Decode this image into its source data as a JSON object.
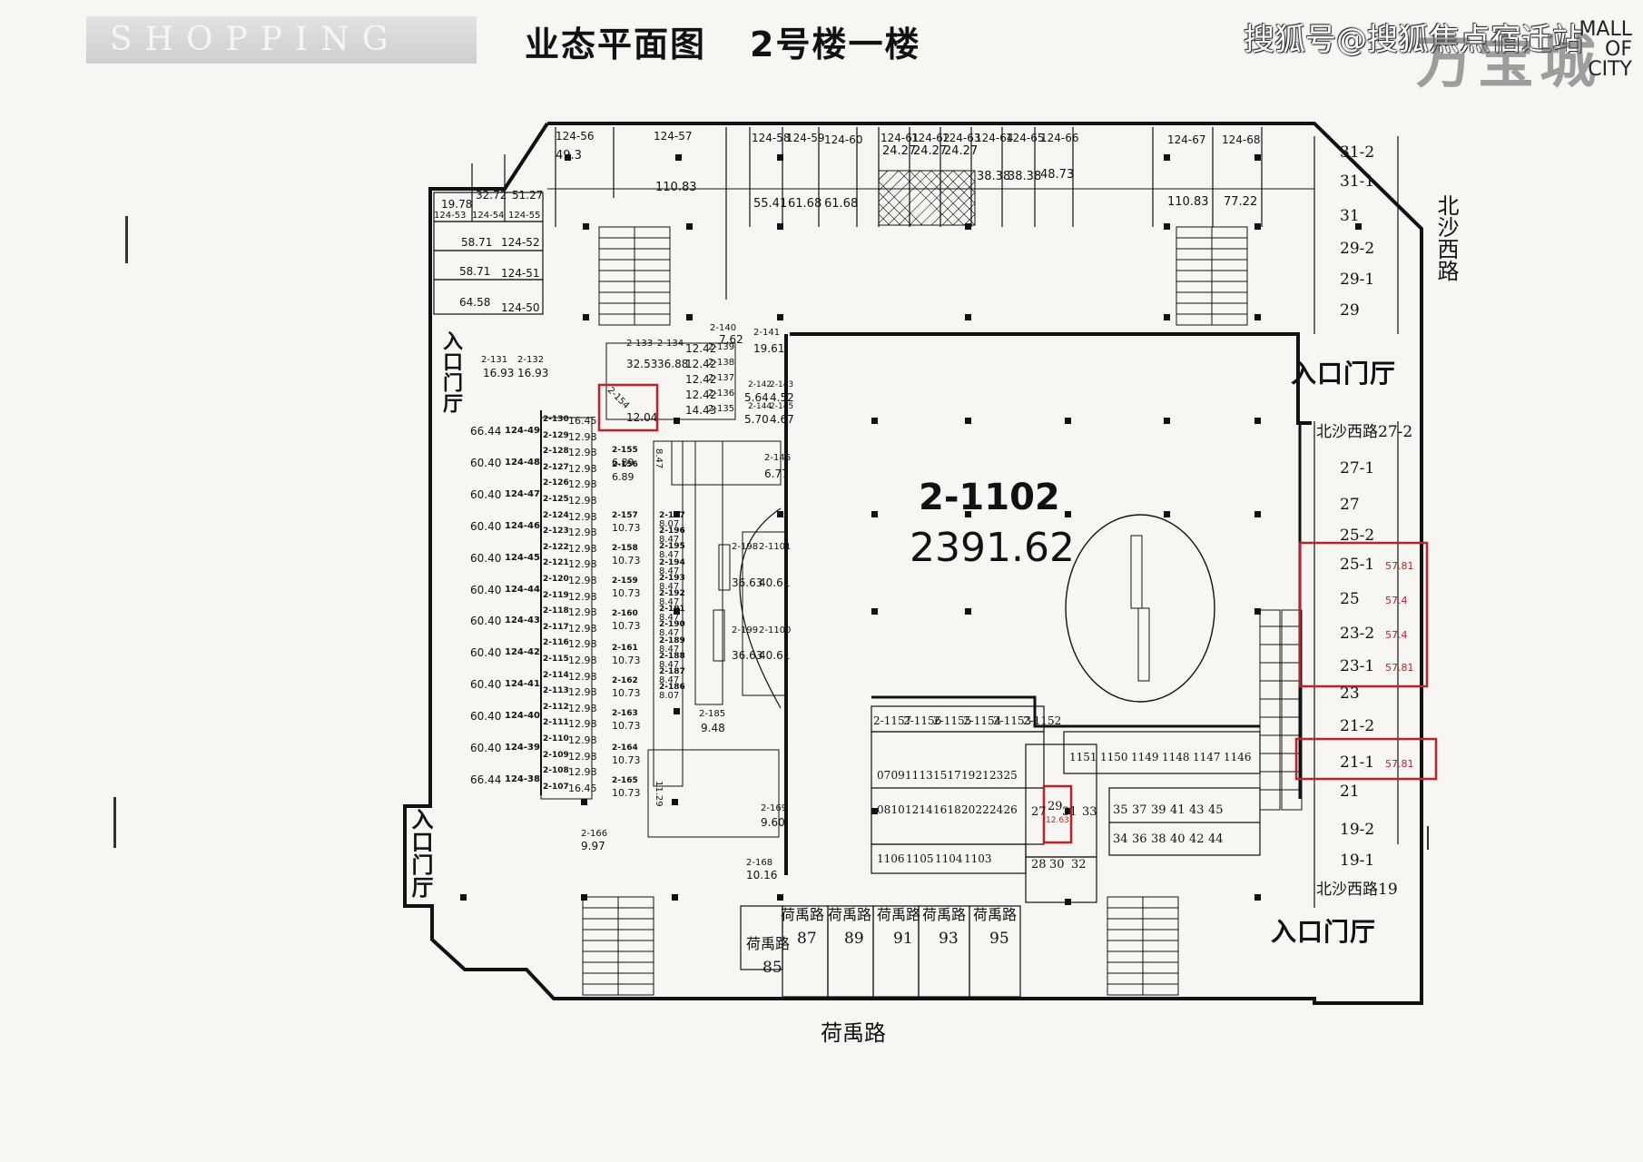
{
  "header": {
    "brand_text": "SHOPPING",
    "title": "业态平面图",
    "floor": "2号楼一楼",
    "watermark": "搜狐号@搜狐焦点宿迁站",
    "mall_logo_cn": "万宝城",
    "mall_logo_en": [
      "MALL",
      "OF",
      "CITY"
    ]
  },
  "main_unit": {
    "id": "2-1102",
    "area": "2391.62"
  },
  "entrances": {
    "right_upper": "入口门厅",
    "right_lower": "入口门厅",
    "left_upper": "入口门厅",
    "left_lower": "入口门厅"
  },
  "roads": {
    "east": "北沙西路",
    "south": "荷禹路"
  },
  "top_units": [
    {
      "id": "124-56",
      "area": "49.3"
    },
    {
      "id": "124-57",
      "area": "110.83"
    },
    {
      "id": "124-58",
      "area": "55.41"
    },
    {
      "id": "124-59",
      "area": "61.68"
    },
    {
      "id": "124-60",
      "area": "61.68"
    },
    {
      "id": "124-61",
      "area": "24.27"
    },
    {
      "id": "124-62",
      "area": "24.27"
    },
    {
      "id": "124-63",
      "area": "24.27"
    },
    {
      "id": "124-64",
      "area": "38.38"
    },
    {
      "id": "124-65",
      "area": "38.38"
    },
    {
      "id": "124-66",
      "area": "48.73"
    },
    {
      "id": "124-67",
      "area": "110.83"
    },
    {
      "id": "124-68",
      "area": "77.22"
    }
  ],
  "top_left_units": [
    {
      "id": "124-53",
      "area": "19.78"
    },
    {
      "id": "124-54",
      "area": "32.72"
    },
    {
      "id": "124-55",
      "area": "51.27"
    },
    {
      "id": "124-52",
      "area": "58.71"
    },
    {
      "id": "124-51",
      "area": "58.71"
    },
    {
      "id": "124-50",
      "area": "64.58"
    }
  ],
  "left_units": [
    {
      "id": "124-49",
      "area": "66.44"
    },
    {
      "id": "124-48",
      "area": "60.40"
    },
    {
      "id": "124-47",
      "area": "60.40"
    },
    {
      "id": "124-46",
      "area": "60.40"
    },
    {
      "id": "124-45",
      "area": "60.40"
    },
    {
      "id": "124-44",
      "area": "60.40"
    },
    {
      "id": "124-43",
      "area": "60.40"
    },
    {
      "id": "124-42",
      "area": "60.40"
    },
    {
      "id": "124-41",
      "area": "60.40"
    },
    {
      "id": "124-40",
      "area": "60.40"
    },
    {
      "id": "124-39",
      "area": "60.40"
    },
    {
      "id": "124-38",
      "area": "66.44"
    }
  ],
  "kiosks_col": [
    {
      "id": "2-130",
      "area": "16.45"
    },
    {
      "id": "2-129",
      "area": "12.98"
    },
    {
      "id": "2-128",
      "area": "12.98"
    },
    {
      "id": "2-127",
      "area": "12.98"
    },
    {
      "id": "2-126",
      "area": "12.98"
    },
    {
      "id": "2-125",
      "area": "12.98"
    },
    {
      "id": "2-124",
      "area": "12.98"
    },
    {
      "id": "2-123",
      "area": "12.98"
    },
    {
      "id": "2-122",
      "area": "12.98"
    },
    {
      "id": "2-121",
      "area": "12.98"
    },
    {
      "id": "2-120",
      "area": "12.98"
    },
    {
      "id": "2-119",
      "area": "12.98"
    },
    {
      "id": "2-118",
      "area": "12.98"
    },
    {
      "id": "2-117",
      "area": "12.98"
    },
    {
      "id": "2-116",
      "area": "12.98"
    },
    {
      "id": "2-115",
      "area": "12.98"
    },
    {
      "id": "2-114",
      "area": "12.98"
    },
    {
      "id": "2-113",
      "area": "12.98"
    },
    {
      "id": "2-112",
      "area": "12.98"
    },
    {
      "id": "2-111",
      "area": "12.98"
    },
    {
      "id": "2-110",
      "area": "12.98"
    },
    {
      "id": "2-109",
      "area": "12.98"
    },
    {
      "id": "2-108",
      "area": "12.98"
    },
    {
      "id": "2-107",
      "area": "16.45"
    }
  ],
  "center_left_units": [
    {
      "id": "2-131",
      "area": "16.93"
    },
    {
      "id": "2-132",
      "area": "16.93"
    },
    {
      "id": "2-133",
      "area": "32.53"
    },
    {
      "id": "2-134",
      "area": "36.88"
    },
    {
      "id": "2-154",
      "area": "12.04"
    },
    {
      "id": "2-139",
      "area": "12.42"
    },
    {
      "id": "2-138",
      "area": "12.42"
    },
    {
      "id": "2-137",
      "area": "12.42"
    },
    {
      "id": "2-136",
      "area": "12.42"
    },
    {
      "id": "2-135",
      "area": "14.43"
    },
    {
      "id": "2-140",
      "area": "7.62"
    },
    {
      "id": "2-141",
      "area": "19.61"
    },
    {
      "id": "2-142",
      "area": "5.64"
    },
    {
      "id": "2-143",
      "area": "4.52"
    },
    {
      "id": "2-144",
      "area": "5.70"
    },
    {
      "id": "2-145",
      "area": "4.67"
    }
  ],
  "kiosk_col2": [
    {
      "id": "2-155",
      "area": "6.89"
    },
    {
      "id": "2-156",
      "area": "6.89"
    },
    {
      "id": "2-157",
      "area": "10.73"
    },
    {
      "id": "2-158",
      "area": "10.73"
    },
    {
      "id": "2-159",
      "area": "10.73"
    },
    {
      "id": "2-160",
      "area": "10.73"
    },
    {
      "id": "2-161",
      "area": "10.73"
    },
    {
      "id": "2-162",
      "area": "10.73"
    },
    {
      "id": "2-163",
      "area": "10.73"
    },
    {
      "id": "2-164",
      "area": "10.73"
    },
    {
      "id": "2-165",
      "area": "10.73"
    }
  ],
  "kiosk_col3": [
    {
      "id": "2-197",
      "area": "8.07"
    },
    {
      "id": "2-196",
      "area": "8.47"
    },
    {
      "id": "2-195",
      "area": "8.47"
    },
    {
      "id": "2-194",
      "area": "8.47"
    },
    {
      "id": "2-193",
      "area": "8.47"
    },
    {
      "id": "2-192",
      "area": "8.47"
    },
    {
      "id": "2-191",
      "area": "8.47"
    },
    {
      "id": "2-190",
      "area": "8.47"
    },
    {
      "id": "2-189",
      "area": "8.47"
    },
    {
      "id": "2-188",
      "area": "8.47"
    },
    {
      "id": "2-187",
      "area": "8.47"
    },
    {
      "id": "2-186",
      "area": "8.07"
    }
  ],
  "center_units": [
    {
      "id": "2-198",
      "area": "36.63"
    },
    {
      "id": "2-1101",
      "area": "40.61"
    },
    {
      "id": "2-199",
      "area": "36.63"
    },
    {
      "id": "2-1100",
      "area": "40.61"
    },
    {
      "id": "2-185",
      "area": "9.48"
    },
    {
      "id": "2-146",
      "area": "6.77"
    },
    {
      "id": "2-166",
      "area": "9.97"
    },
    {
      "id": "2-168",
      "area": "10.16"
    },
    {
      "id": "2-169",
      "area": "9.60"
    }
  ],
  "small_kiosk_area": "8.47",
  "small_kiosk_area2": "11.29",
  "right_units": [
    {
      "id": "31-2",
      "area": ""
    },
    {
      "id": "31-1",
      "area": ""
    },
    {
      "id": "31",
      "area": ""
    },
    {
      "id": "29-2",
      "area": ""
    },
    {
      "id": "29-1",
      "area": ""
    },
    {
      "id": "29",
      "area": ""
    },
    {
      "id": "北沙西路27-2",
      "area": ""
    },
    {
      "id": "27-1",
      "area": ""
    },
    {
      "id": "27",
      "area": ""
    },
    {
      "id": "25-2",
      "area": ""
    },
    {
      "id": "25-1",
      "area": "57.81"
    },
    {
      "id": "25",
      "area": "57.4"
    },
    {
      "id": "23-2",
      "area": "57.4"
    },
    {
      "id": "23-1",
      "area": "57.81"
    },
    {
      "id": "23",
      "area": ""
    },
    {
      "id": "21-2",
      "area": ""
    },
    {
      "id": "21-1",
      "area": "57.81"
    },
    {
      "id": "21",
      "area": ""
    },
    {
      "id": "19-2",
      "area": ""
    },
    {
      "id": "19-1",
      "area": ""
    },
    {
      "id": "北沙西路19",
      "area": ""
    }
  ],
  "lower_center_top": [
    "2-1157",
    "2-1156",
    "2-1155",
    "2-1154",
    "2-1153",
    "2-1152"
  ],
  "lower_center_row1": [
    "07",
    "09",
    "11",
    "13",
    "15",
    "17",
    "19",
    "21",
    "23",
    "25"
  ],
  "lower_center_row2": [
    "08",
    "10",
    "12",
    "14",
    "16",
    "18",
    "20",
    "22",
    "24",
    "26"
  ],
  "lower_center_bottom": [
    "1106",
    "1105",
    "1104",
    "1103"
  ],
  "lower_mid": [
    {
      "id": "27",
      "area": ""
    },
    {
      "id": "29",
      "area": "12.63"
    },
    {
      "id": "31",
      "area": ""
    },
    {
      "id": "33",
      "area": ""
    },
    {
      "id": "28",
      "area": ""
    },
    {
      "id": "30",
      "area": ""
    },
    {
      "id": "32",
      "area": ""
    }
  ],
  "lower_right_top": [
    "1151",
    "1150",
    "1149",
    "1148",
    "1147",
    "1146"
  ],
  "lower_right_row1": [
    "35",
    "37",
    "39",
    "41",
    "43",
    "45"
  ],
  "lower_right_row2": [
    "34",
    "36",
    "38",
    "40",
    "42",
    "44"
  ],
  "south_shops": [
    {
      "street": "荷禹路",
      "num": "85"
    },
    {
      "street": "荷禹路",
      "num": "87"
    },
    {
      "street": "荷禹路",
      "num": "89"
    },
    {
      "street": "荷禹路",
      "num": "91"
    },
    {
      "street": "荷禹路",
      "num": "93"
    },
    {
      "street": "荷禹路",
      "num": "95"
    }
  ],
  "colors": {
    "ink": "#111111",
    "highlight": "#c0202a",
    "paper": "#f7f6f3"
  }
}
